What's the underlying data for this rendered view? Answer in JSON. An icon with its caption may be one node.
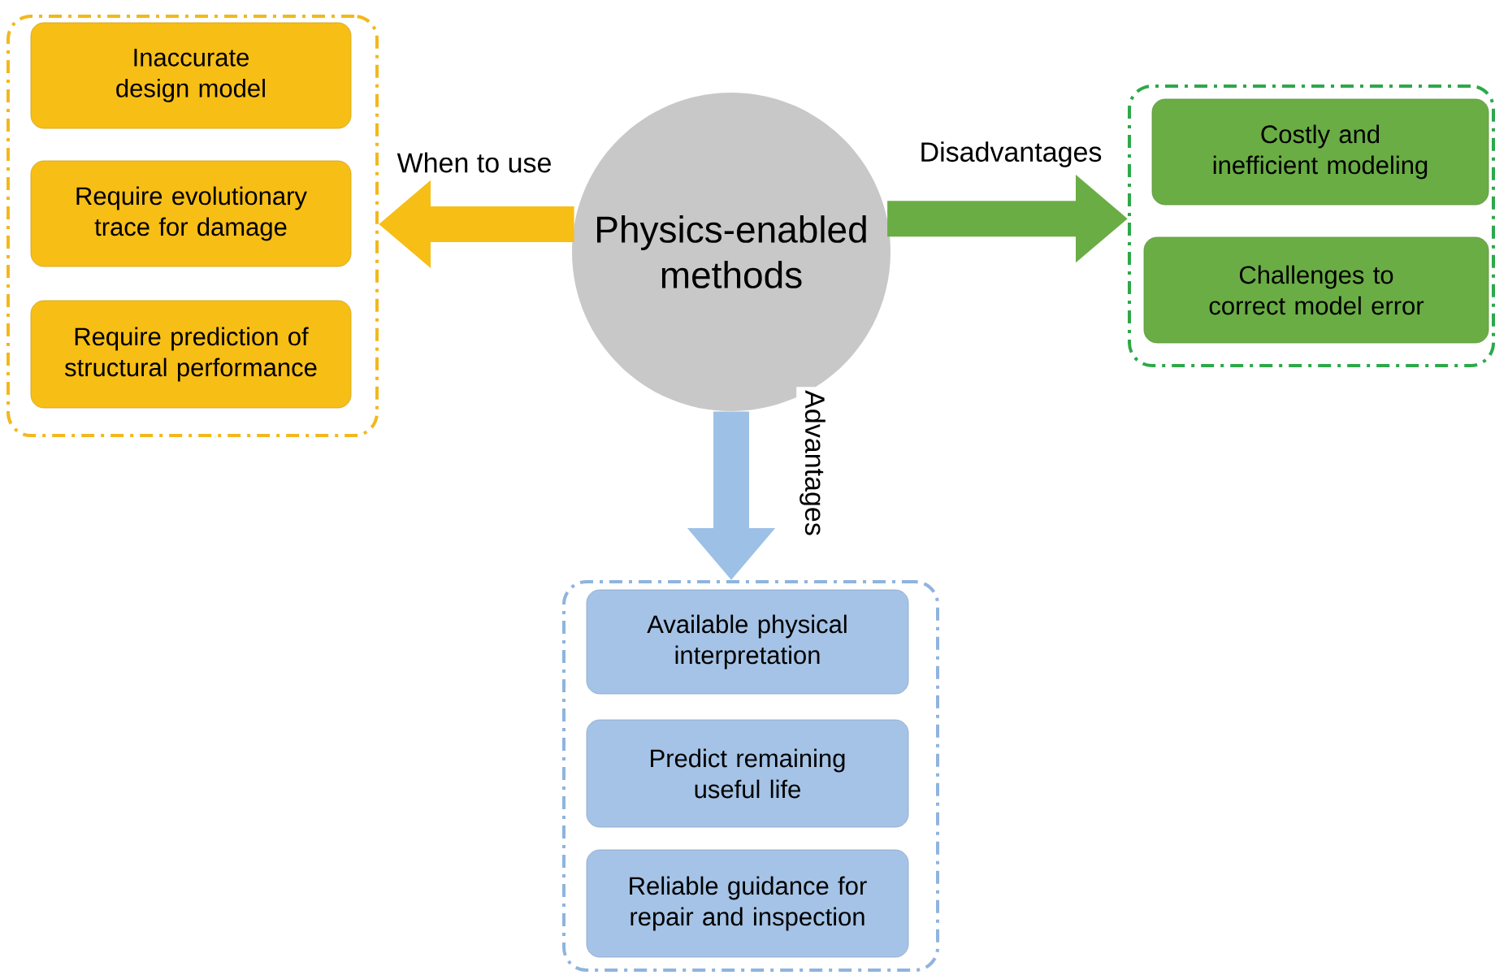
{
  "diagram": {
    "nodes": [
      {
        "text": [
          "Physics-enabled methods"
        ]
      },
      {
        "text": [],
        "shape": "box"
      },
      {
        "text": [
          "Inaccurate design model"
        ],
        "in": 1
      },
      {
        "text": [
          "Require evolutionary trace for damage"
        ],
        "in": 1
      },
      {
        "text": [
          "Require prediction of structural performance"
        ],
        "in": 1
      },
      {
        "text": [],
        "shape": "box"
      },
      {
        "text": [
          "Costly and inefficient modeling"
        ],
        "in": 5
      },
      {
        "text": [
          "Challenges to correct model error"
        ],
        "in": 5
      },
      {
        "text": [],
        "shape": "box"
      },
      {
        "text": [
          "Available physical interpretation"
        ],
        "in": 8
      },
      {
        "text": [
          "Predict remaining useful life"
        ],
        "in": 8
      },
      {
        "text": [
          "Reliable guidance for repair and inspection"
        ],
        "in": 8
      }
    ],
    "edges": [
      {
        "from": 0,
        "to": 1,
        "arrow": "to",
        "label": "When to use",
        "color": "#f7be16"
      },
      {
        "from": 0,
        "to": 5,
        "arrow": "to",
        "label": "Disadvantages",
        "color": "#6aad45"
      },
      {
        "from": 0,
        "to": 8,
        "arrow": "to",
        "label": "Advantages",
        "color": "#9dc0e6"
      }
    ]
  }
}
